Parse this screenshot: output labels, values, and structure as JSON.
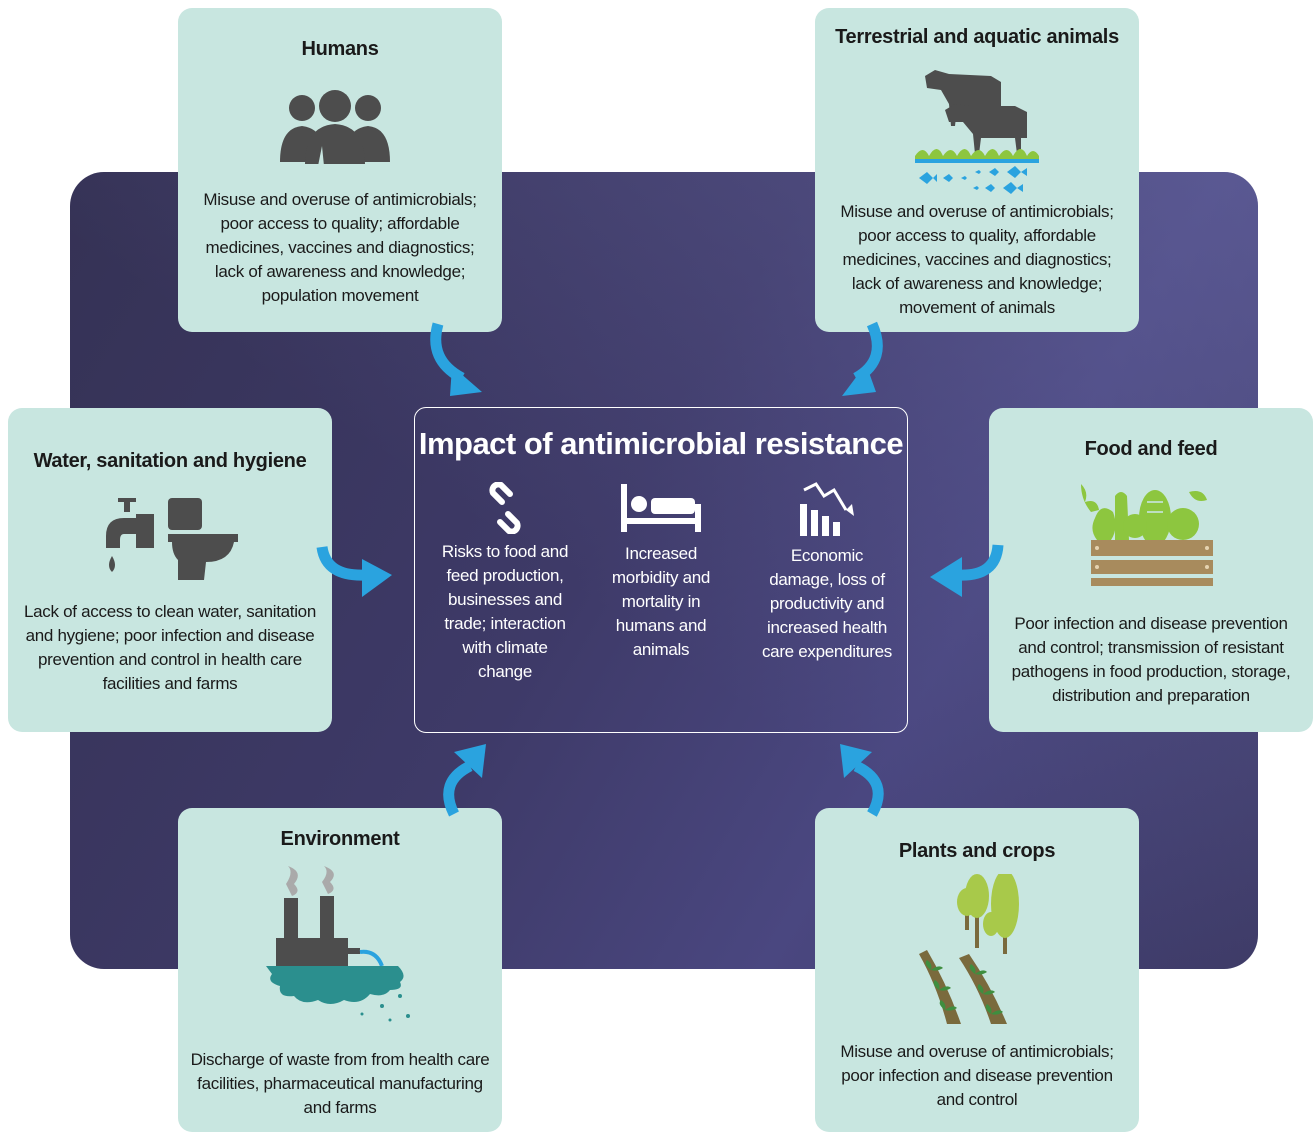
{
  "center": {
    "title": "Impact of antimicrobial resistance",
    "items": [
      {
        "icon": "broken-link-icon",
        "text": "Risks to food and feed production, businesses and trade; interaction with climate change"
      },
      {
        "icon": "hospital-bed-icon",
        "text": "Increased morbidity and mortality in humans and animals"
      },
      {
        "icon": "declining-chart-icon",
        "text": "Economic damage, loss of productivity and increased health care expenditures"
      }
    ]
  },
  "sectors": {
    "humans": {
      "title": "Humans",
      "icon": "people-group-icon",
      "text": "Misuse and overuse of antimicrobials; poor access to quality; affordable medicines, vaccines and diagnostics; lack of awareness and knowledge; population movement"
    },
    "animals": {
      "title": "Terrestrial and aquatic animals",
      "icon": "cows-and-fish-icon",
      "text": "Misuse and overuse of antimicrobials; poor access to quality, affordable medicines, vaccines and diagnostics; lack of awareness and knowledge; movement of animals"
    },
    "water": {
      "title": "Water, sanitation and hygiene",
      "icon": "tap-and-toilet-icon",
      "text": "Lack of access to clean water, sanitation and hygiene; poor infection and disease prevention and control in health care facilities and farms"
    },
    "food": {
      "title": "Food and feed",
      "icon": "vegetable-crate-icon",
      "text": "Poor infection and disease prevention and control; transmission of resistant pathogens in food production, storage, distribution and preparation"
    },
    "environment": {
      "title": "Environment",
      "icon": "factory-discharge-icon",
      "text": "Discharge of waste from from health care facilities, pharmaceutical manufacturing and farms"
    },
    "plants": {
      "title": "Plants and crops",
      "icon": "trees-and-crops-icon",
      "text": "Misuse and overuse of antimicrobials; poor infection and disease prevention and control"
    }
  },
  "colors": {
    "card": "#c8e6e0",
    "background": "#3e3a68",
    "arrow": "#2aa3df",
    "icon_dark": "#4d4d4d",
    "icon_green": "#8dc63f",
    "water": "#2aa3df"
  }
}
